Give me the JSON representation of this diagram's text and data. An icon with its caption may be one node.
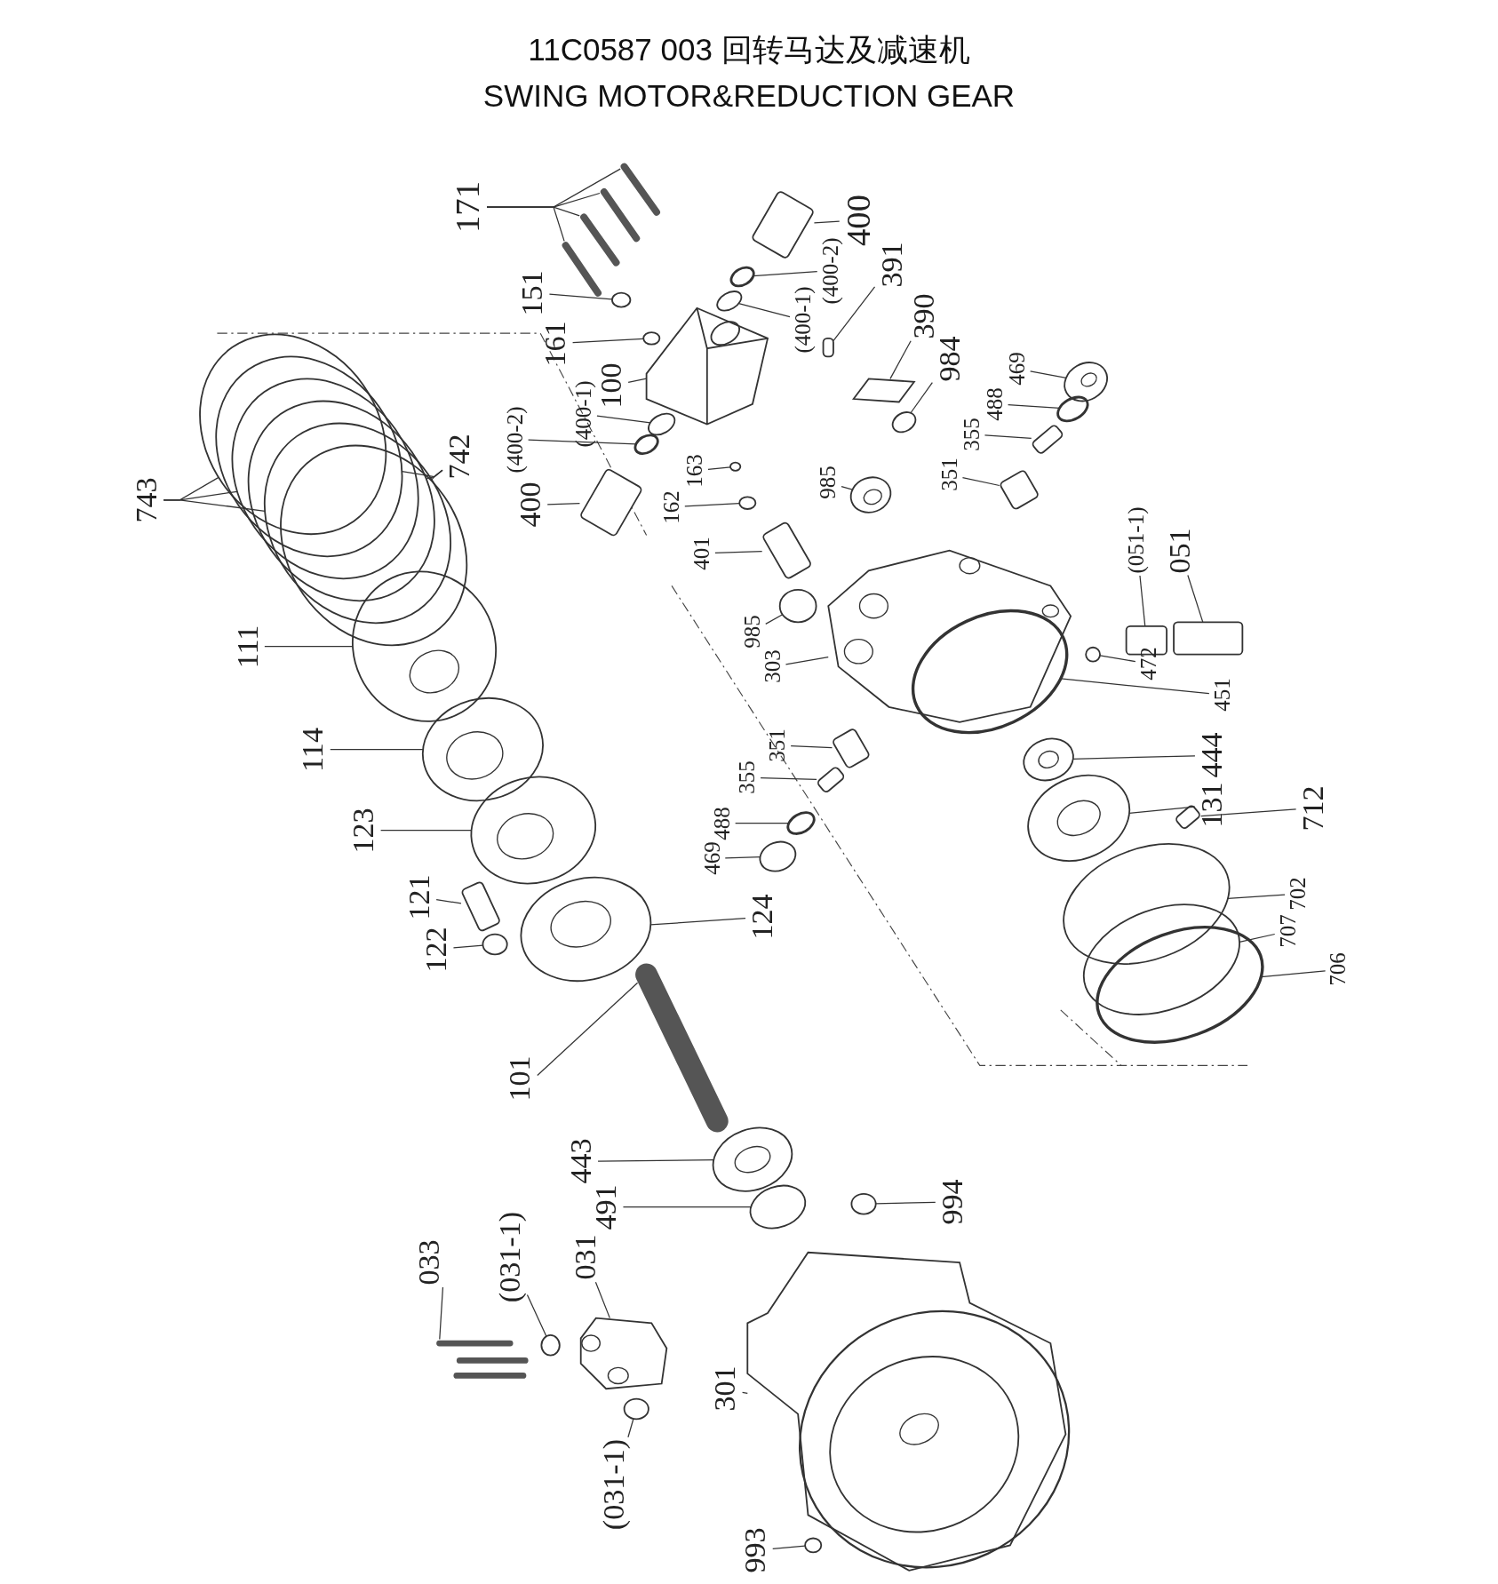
{
  "diagram": {
    "title": "11C0587 003 回转马达及减速机 SWING MOTOR&REDUCTION GEAR",
    "nodes": [
      {
        "text": [
          "171"
        ]
      },
      {
        "text": [
          "400"
        ]
      },
      {
        "text": [
          "(400-2)"
        ]
      },
      {
        "text": [
          "(400-1)"
        ]
      },
      {
        "text": [
          "391"
        ]
      },
      {
        "text": [
          "151"
        ]
      },
      {
        "text": [
          "161"
        ]
      },
      {
        "text": [
          "390"
        ]
      },
      {
        "text": [
          "100"
        ]
      },
      {
        "text": [
          "(400-1)"
        ]
      },
      {
        "text": [
          "984"
        ]
      },
      {
        "text": [
          "469"
        ]
      },
      {
        "text": [
          "488"
        ]
      },
      {
        "text": [
          "(400-2)"
        ]
      },
      {
        "text": [
          "742"
        ]
      },
      {
        "text": [
          "355"
        ]
      },
      {
        "text": [
          "743"
        ]
      },
      {
        "text": [
          "163"
        ]
      },
      {
        "text": [
          "985"
        ]
      },
      {
        "text": [
          "351"
        ]
      },
      {
        "text": [
          "400"
        ]
      },
      {
        "text": [
          "162"
        ]
      },
      {
        "text": [
          "(051-1)"
        ]
      },
      {
        "text": [
          "051"
        ]
      },
      {
        "text": [
          "401"
        ]
      },
      {
        "text": [
          "985"
        ]
      },
      {
        "text": [
          "111"
        ]
      },
      {
        "text": [
          "303"
        ]
      },
      {
        "text": [
          "472"
        ]
      },
      {
        "text": [
          "451"
        ]
      },
      {
        "text": [
          "351"
        ]
      },
      {
        "text": [
          "114"
        ]
      },
      {
        "text": [
          "444"
        ]
      },
      {
        "text": [
          "355"
        ]
      },
      {
        "text": [
          "131"
        ]
      },
      {
        "text": [
          "712"
        ]
      },
      {
        "text": [
          "488"
        ]
      },
      {
        "text": [
          "123"
        ]
      },
      {
        "text": [
          "469"
        ]
      },
      {
        "text": [
          "702"
        ]
      },
      {
        "text": [
          "121"
        ]
      },
      {
        "text": [
          "707"
        ]
      },
      {
        "text": [
          "124"
        ]
      },
      {
        "text": [
          "122"
        ]
      },
      {
        "text": [
          "706"
        ]
      },
      {
        "text": [
          "101"
        ]
      },
      {
        "text": [
          "443"
        ]
      },
      {
        "text": [
          "994"
        ]
      },
      {
        "text": [
          "491"
        ]
      },
      {
        "text": [
          "033"
        ]
      },
      {
        "text": [
          "(031-1)"
        ]
      },
      {
        "text": [
          "031"
        ]
      },
      {
        "text": [
          "301"
        ]
      },
      {
        "text": [
          "(031-1)"
        ]
      },
      {
        "text": [
          "993"
        ]
      },
      {
        "text": [],
        "shape": "bar"
      },
      {
        "text": [],
        "shape": "bar"
      },
      {
        "text": [],
        "shape": "bar"
      },
      {
        "text": [],
        "shape": "bar"
      },
      {
        "text": [],
        "shape": "box"
      },
      {
        "text": [],
        "shape": "circle"
      },
      {
        "text": [],
        "shape": "circle"
      },
      {
        "text": [],
        "shape": "box"
      },
      {
        "text": [],
        "shape": "circle"
      },
      {
        "text": [],
        "shape": "circle"
      },
      {
        "text": [],
        "shape": "box"
      },
      {
        "text": [],
        "shape": "picture"
      },
      {
        "text": [],
        "shape": "circle"
      },
      {
        "text": [],
        "shape": "circle"
      },
      {
        "text": [],
        "shape": "circle"
      },
      {
        "text": [],
        "shape": "circle"
      },
      {
        "text": [],
        "shape": "circle"
      },
      {
        "text": [],
        "shape": "circle"
      },
      {
        "text": [],
        "shape": "circle"
      },
      {
        "text": [],
        "shape": "circle"
      },
      {
        "text": [],
        "shape": "box"
      },
      {
        "text": [],
        "shape": "circle"
      },
      {
        "text": [],
        "shape": "circle"
      },
      {
        "text": [],
        "shape": "circle"
      },
      {
        "text": [],
        "shape": "circle"
      },
      {
        "text": [],
        "shape": "circle"
      },
      {
        "text": [],
        "shape": "box"
      },
      {
        "text": [],
        "shape": "box"
      },
      {
        "text": [],
        "shape": "circle"
      },
      {
        "text": [],
        "shape": "box"
      },
      {
        "text": [],
        "shape": "box"
      },
      {
        "text": [],
        "shape": "box"
      },
      {
        "text": [],
        "shape": "circle"
      },
      {
        "text": [],
        "shape": "circle"
      },
      {
        "text": [],
        "shape": "picture"
      },
      {
        "text": [],
        "shape": "circle"
      },
      {
        "text": [],
        "shape": "circle"
      },
      {
        "text": [],
        "shape": "box"
      },
      {
        "text": [],
        "shape": "circle"
      },
      {
        "text": [],
        "shape": "circle"
      },
      {
        "text": [],
        "shape": "box"
      },
      {
        "text": [],
        "shape": "circle"
      },
      {
        "text": [],
        "shape": "box"
      },
      {
        "text": [],
        "shape": "circle"
      },
      {
        "text": [],
        "shape": "circle"
      },
      {
        "text": [],
        "shape": "circle"
      },
      {
        "text": [],
        "shape": "circle"
      },
      {
        "text": [],
        "shape": "box"
      },
      {
        "text": [],
        "shape": "circle"
      },
      {
        "text": [],
        "shape": "circle"
      },
      {
        "text": [],
        "shape": "circle"
      },
      {
        "text": [],
        "shape": "circle"
      },
      {
        "text": [],
        "shape": "bar"
      },
      {
        "text": [],
        "shape": "circle"
      },
      {
        "text": [],
        "shape": "circle"
      },
      {
        "text": [],
        "shape": "circle"
      },
      {
        "text": [],
        "shape": "picture"
      },
      {
        "text": [],
        "shape": "circle"
      },
      {
        "text": [],
        "shape": "picture"
      },
      {
        "text": [],
        "shape": "picture"
      },
      {
        "text": [],
        "shape": "circle"
      },
      {
        "text": [],
        "shape": "circle"
      }
    ],
    "edges": [
      {
        "from": 0,
        "to": 55,
        "arrow": "none"
      },
      {
        "from": 0,
        "to": 56,
        "arrow": "none"
      },
      {
        "from": 0,
        "to": 57,
        "arrow": "none"
      },
      {
        "from": 0,
        "to": 58,
        "arrow": "none"
      },
      {
        "from": 1,
        "to": 59,
        "arrow": "none"
      },
      {
        "from": 2,
        "to": 60,
        "arrow": "none"
      },
      {
        "from": 3,
        "to": 61,
        "arrow": "none"
      },
      {
        "from": 4,
        "to": 62,
        "arrow": "none"
      },
      {
        "from": 5,
        "to": 63,
        "arrow": "none"
      },
      {
        "from": 6,
        "to": 64,
        "arrow": "none"
      },
      {
        "from": 7,
        "to": 65,
        "arrow": "none"
      },
      {
        "from": 8,
        "to": 66,
        "arrow": "none"
      },
      {
        "from": 9,
        "to": 67,
        "arrow": "none"
      },
      {
        "from": 10,
        "to": 68,
        "arrow": "none"
      },
      {
        "from": 11,
        "to": 69,
        "arrow": "none"
      },
      {
        "from": 12,
        "to": 70,
        "arrow": "none"
      },
      {
        "from": 13,
        "to": 71,
        "arrow": "none"
      },
      {
        "from": 14,
        "to": 72,
        "arrow": "none"
      },
      {
        "from": 14,
        "to": 73,
        "arrow": "none"
      },
      {
        "from": 14,
        "to": 74,
        "arrow": "none"
      },
      {
        "from": 15,
        "to": 75,
        "arrow": "none"
      },
      {
        "from": 16,
        "to": 76,
        "arrow": "none"
      },
      {
        "from": 16,
        "to": 77,
        "arrow": "none"
      },
      {
        "from": 16,
        "to": 78,
        "arrow": "none"
      },
      {
        "from": 17,
        "to": 79,
        "arrow": "none"
      },
      {
        "from": 18,
        "to": 80,
        "arrow": "none"
      },
      {
        "from": 19,
        "to": 81,
        "arrow": "none"
      },
      {
        "from": 20,
        "to": 82,
        "arrow": "none"
      },
      {
        "from": 21,
        "to": 83,
        "arrow": "none"
      },
      {
        "from": 22,
        "to": 84,
        "arrow": "none"
      },
      {
        "from": 23,
        "to": 85,
        "arrow": "none"
      },
      {
        "from": 24,
        "to": 86,
        "arrow": "none"
      },
      {
        "from": 25,
        "to": 87,
        "arrow": "none"
      },
      {
        "from": 26,
        "to": 88,
        "arrow": "none"
      },
      {
        "from": 27,
        "to": 89,
        "arrow": "none"
      },
      {
        "from": 28,
        "to": 90,
        "arrow": "none"
      },
      {
        "from": 29,
        "to": 91,
        "arrow": "none"
      },
      {
        "from": 30,
        "to": 92,
        "arrow": "none"
      },
      {
        "from": 31,
        "to": 93,
        "arrow": "none"
      },
      {
        "from": 32,
        "to": 94,
        "arrow": "none"
      },
      {
        "from": 33,
        "to": 95,
        "arrow": "none"
      },
      {
        "from": 34,
        "to": 96,
        "arrow": "none"
      },
      {
        "from": 35,
        "to": 97,
        "arrow": "none"
      },
      {
        "from": 36,
        "to": 98,
        "arrow": "none"
      },
      {
        "from": 37,
        "to": 99,
        "arrow": "none"
      },
      {
        "from": 38,
        "to": 100,
        "arrow": "none"
      },
      {
        "from": 39,
        "to": 101,
        "arrow": "none"
      },
      {
        "from": 40,
        "to": 102,
        "arrow": "none"
      },
      {
        "from": 41,
        "to": 103,
        "arrow": "none"
      },
      {
        "from": 42,
        "to": 104,
        "arrow": "none"
      },
      {
        "from": 43,
        "to": 105,
        "arrow": "none"
      },
      {
        "from": 44,
        "to": 106,
        "arrow": "none"
      },
      {
        "from": 45,
        "to": 107,
        "arrow": "none"
      },
      {
        "from": 46,
        "to": 108,
        "arrow": "none"
      },
      {
        "from": 47,
        "to": 109,
        "arrow": "none"
      },
      {
        "from": 48,
        "to": 110,
        "arrow": "none"
      },
      {
        "from": 49,
        "to": 111,
        "arrow": "none"
      },
      {
        "from": 50,
        "to": 112,
        "arrow": "none"
      },
      {
        "from": 51,
        "to": 113,
        "arrow": "none"
      },
      {
        "from": 52,
        "to": 114,
        "arrow": "none"
      },
      {
        "from": 53,
        "to": 115,
        "arrow": "none"
      },
      {
        "from": 54,
        "to": 116,
        "arrow": "none"
      }
    ]
  }
}
